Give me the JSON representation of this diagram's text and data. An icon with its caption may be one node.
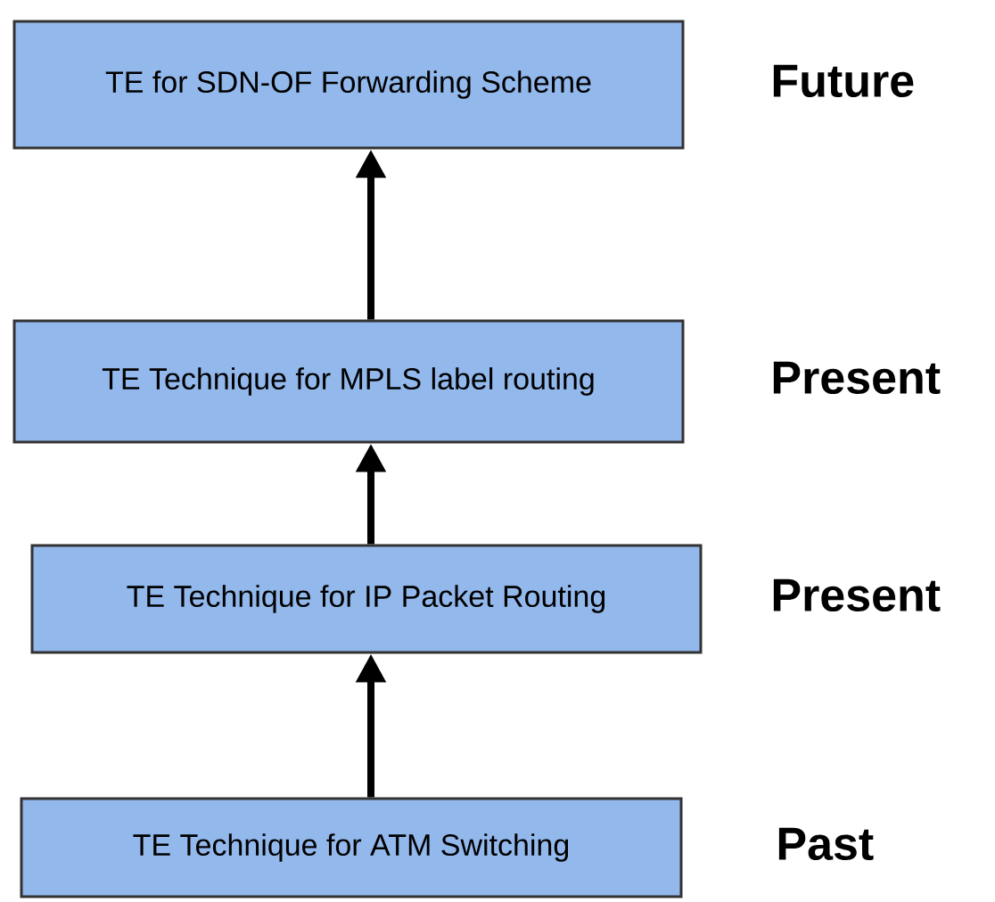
{
  "diagram": {
    "nodes": [
      {
        "text": [
          "TE for SDN-OF Forwarding Scheme"
        ],
        "beside": [
          "Future"
        ]
      },
      {
        "text": [
          "TE Technique for MPLS label routing"
        ],
        "beside": [
          "Present"
        ]
      },
      {
        "text": [
          "TE Technique for IP Packet Routing"
        ],
        "beside": [
          "Present"
        ]
      },
      {
        "text": [
          "TE Technique for ATM Switching"
        ],
        "beside": [
          "Past"
        ]
      }
    ],
    "edges": [
      {
        "from": 1,
        "to": 0,
        "arrow": "to"
      },
      {
        "from": 2,
        "to": 1,
        "arrow": "to"
      },
      {
        "from": 3,
        "to": 2,
        "arrow": "to"
      }
    ]
  }
}
